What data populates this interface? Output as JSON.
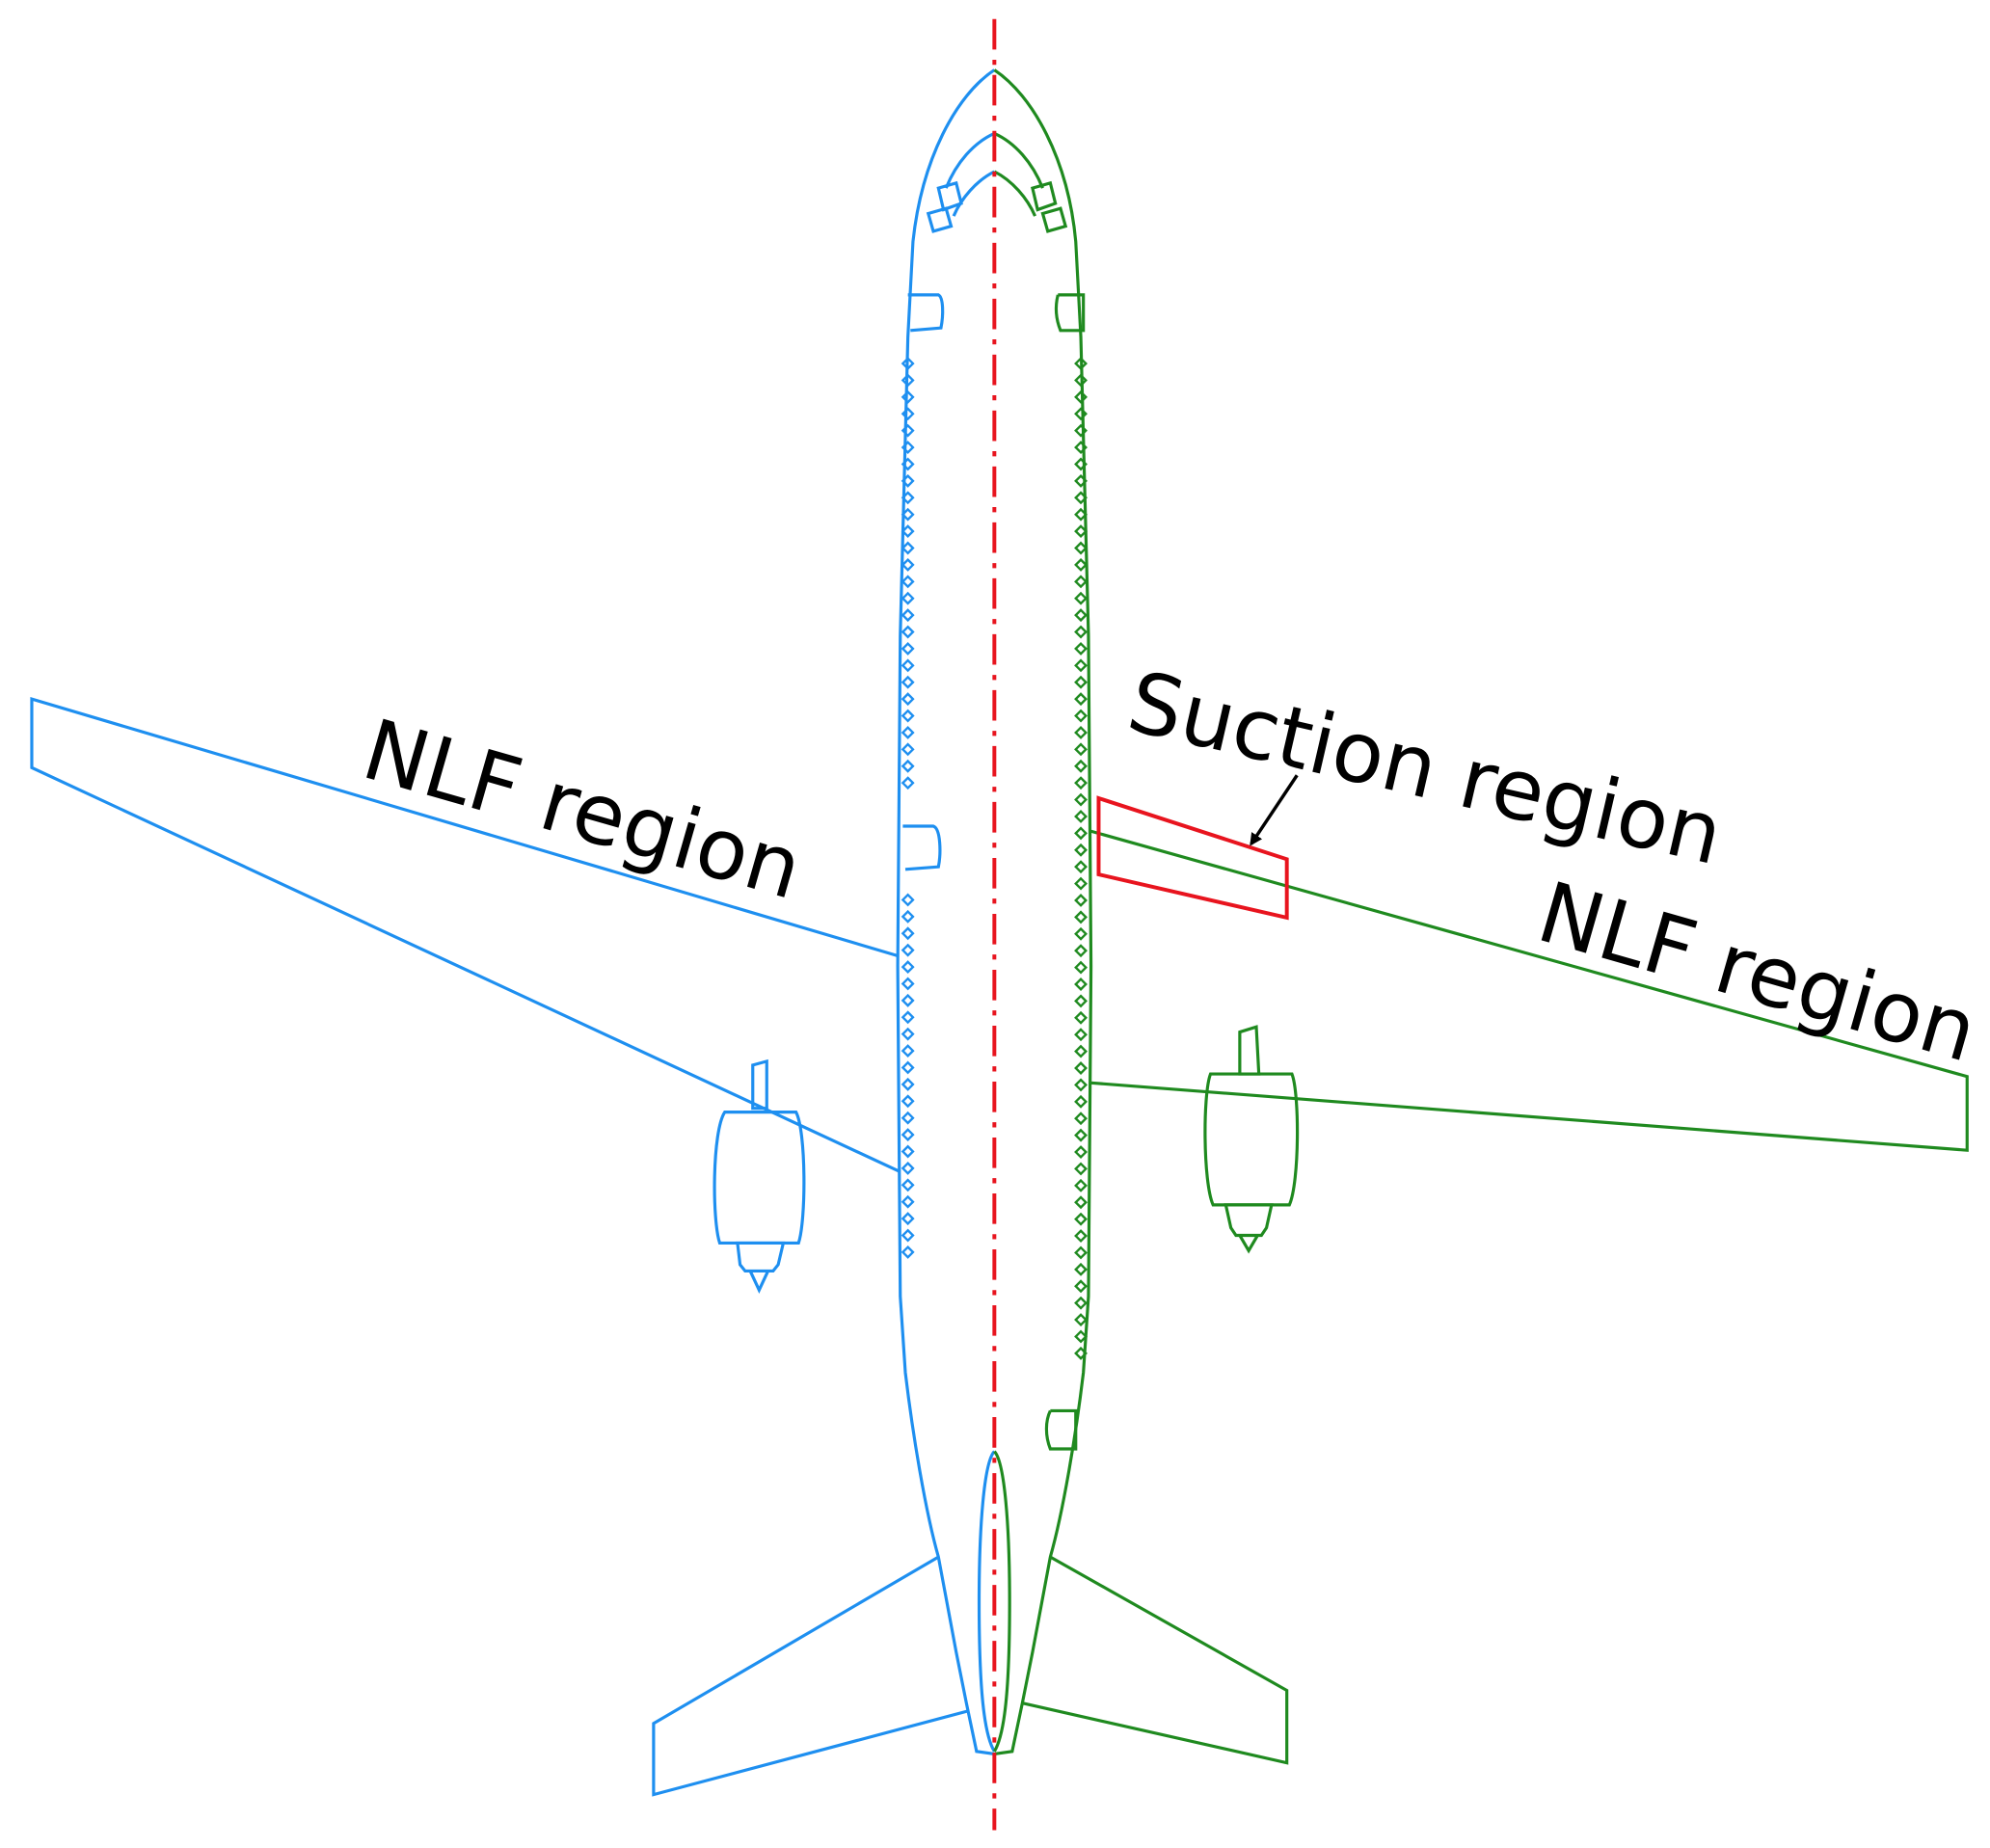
{
  "labels": {
    "nlf_left": "NLF region",
    "nlf_right": "NLF region",
    "suction": "Suction region"
  },
  "colors": {
    "left_half": "#1e8ff0",
    "right_half": "#1f8a1f",
    "centerline": "#e8141e",
    "suction_box": "#e8141e",
    "text": "#000000"
  }
}
